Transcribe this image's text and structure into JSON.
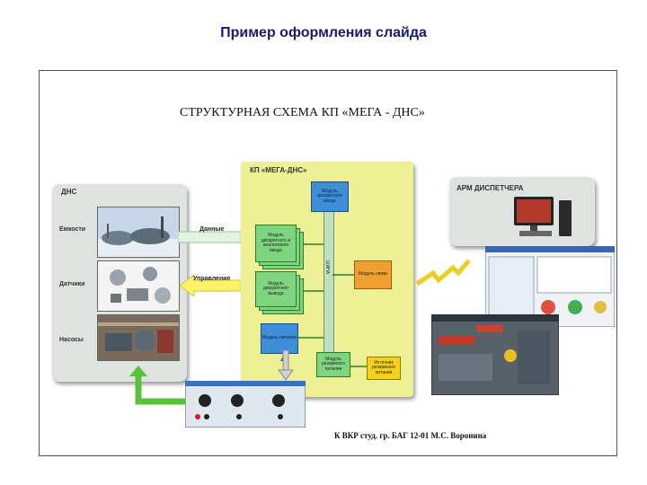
{
  "slide_title": "Пример оформления слайда",
  "scheme_title": "СТРУКТУРНАЯ СХЕМА КП «МЕГА - ДНС»",
  "dns": {
    "title": "ДНС",
    "rows": [
      "Емкости",
      "Датчики",
      "Насосы"
    ]
  },
  "kp": {
    "title": "КП «МЕГА-ДНС»",
    "modules": {
      "discrete_input": "Модуль дискретного ввода",
      "analog_input": "Модуль дискретного и аналогового ввода",
      "discrete_output": "Модуль дискретного вывода",
      "power": "Модуль питания",
      "link": "Модуль связи",
      "ups": "Модуль резервного питания",
      "backup": "Источник резервного питания"
    },
    "bus_label": "ШИНА"
  },
  "arrows": {
    "data": "Данные",
    "control": "Управление"
  },
  "arm": {
    "title": "АРМ ДИСПЕТЧЕРА"
  },
  "credit": "К ВКР студ. гр. БАГ 12-01 М.С. Воронина",
  "colors": {
    "kp_background": "#eef096",
    "title_color": "#1a1a6e",
    "arrow_green": "#55c23a",
    "bus_green": "#bfe0bf"
  }
}
